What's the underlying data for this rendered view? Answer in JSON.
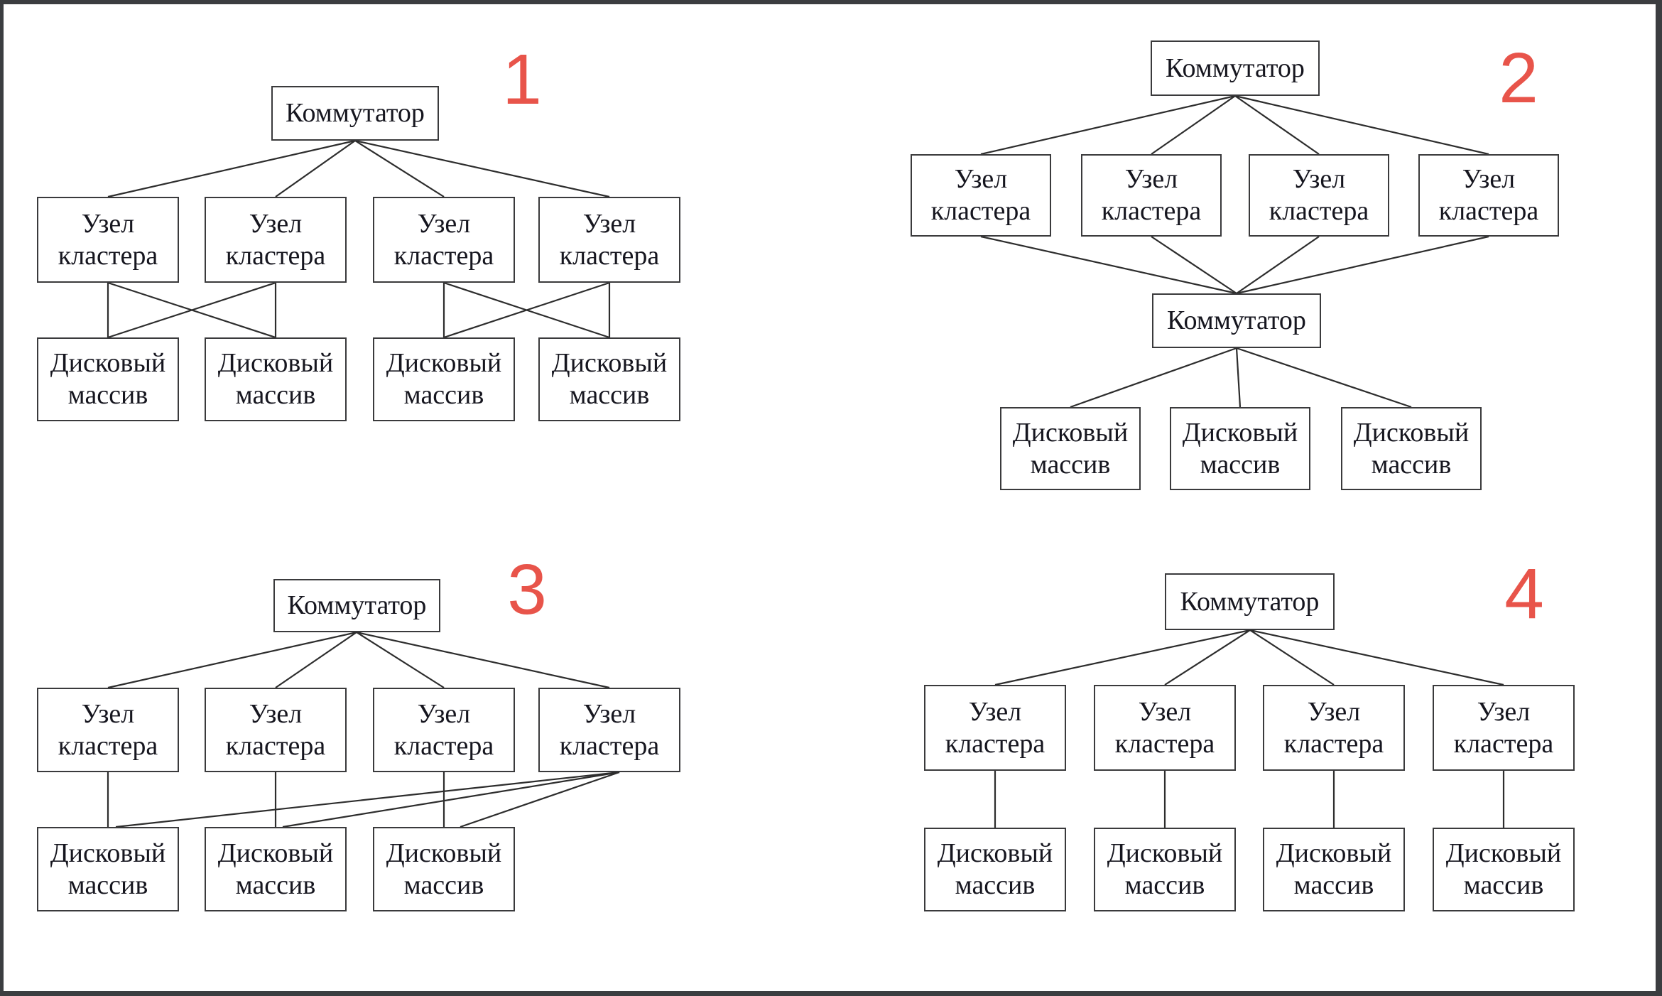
{
  "frame_color": "#3b3d40",
  "accent_color": "#e8544a",
  "diagrams": [
    {
      "number": "1",
      "switch": "Коммутатор",
      "nodes": [
        "Узел кластера",
        "Узел кластера",
        "Узел кластера",
        "Узел кластера"
      ],
      "disks": [
        "Дисковый массив",
        "Дисковый массив",
        "Дисковый массив",
        "Дисковый массив"
      ]
    },
    {
      "number": "2",
      "switches": [
        "Коммутатор",
        "Коммутатор"
      ],
      "nodes": [
        "Узел кластера",
        "Узел кластера",
        "Узел кластера",
        "Узел кластера"
      ],
      "disks": [
        "Дисковый массив",
        "Дисковый массив",
        "Дисковый массив"
      ]
    },
    {
      "number": "3",
      "switch": "Коммутатор",
      "nodes": [
        "Узел кластера",
        "Узел кластера",
        "Узел кластера",
        "Узел кластера"
      ],
      "disks": [
        "Дисковый массив",
        "Дисковый массив",
        "Дисковый массив"
      ]
    },
    {
      "number": "4",
      "switch": "Коммутатор",
      "nodes": [
        "Узел кластера",
        "Узел кластера",
        "Узел кластера",
        "Узел кластера"
      ],
      "disks": [
        "Дисковый массив",
        "Дисковый массив",
        "Дисковый массив",
        "Дисковый массив"
      ]
    }
  ]
}
